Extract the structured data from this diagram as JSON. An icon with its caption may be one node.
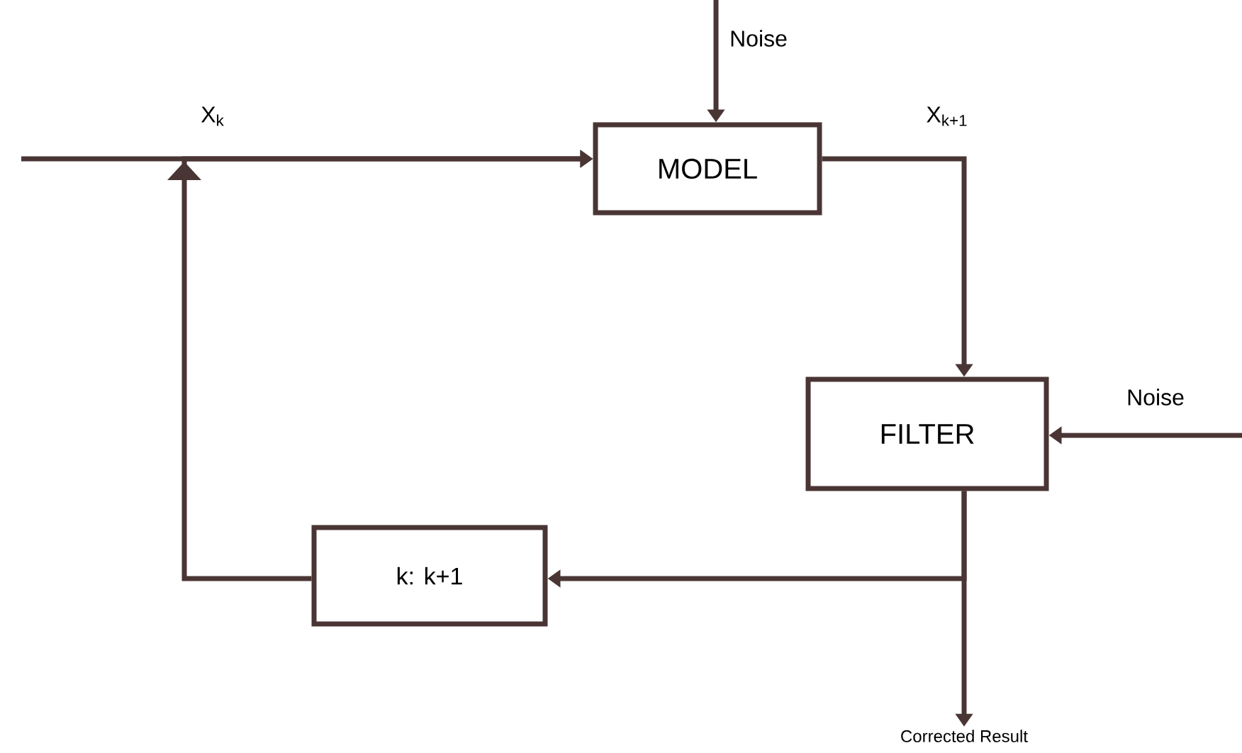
{
  "diagram": {
    "nodes": [
      {
        "text": [
          "MODEL"
        ]
      },
      {
        "text": [
          "FILTER"
        ]
      },
      {
        "text": [
          "k: k+1"
        ]
      },
      {
        "text": [
          "Corrected Result"
        ]
      }
    ],
    "edges": [
      {
        "from": null,
        "to": 0,
        "arrow": "to",
        "label": "X$_{k}$"
      },
      {
        "from": null,
        "to": 0,
        "arrow": "to",
        "label": "Noise"
      },
      {
        "from": 0,
        "to": 1,
        "arrow": "to",
        "label": "X$_{k+1}$"
      },
      {
        "from": null,
        "to": 1,
        "arrow": "to",
        "label": "Noise"
      },
      {
        "from": 1,
        "to": 3,
        "arrow": "to"
      },
      {
        "from": 1,
        "to": 2,
        "arrow": "to"
      },
      {
        "from": 2,
        "to": 0,
        "arrow": "to"
      }
    ]
  }
}
